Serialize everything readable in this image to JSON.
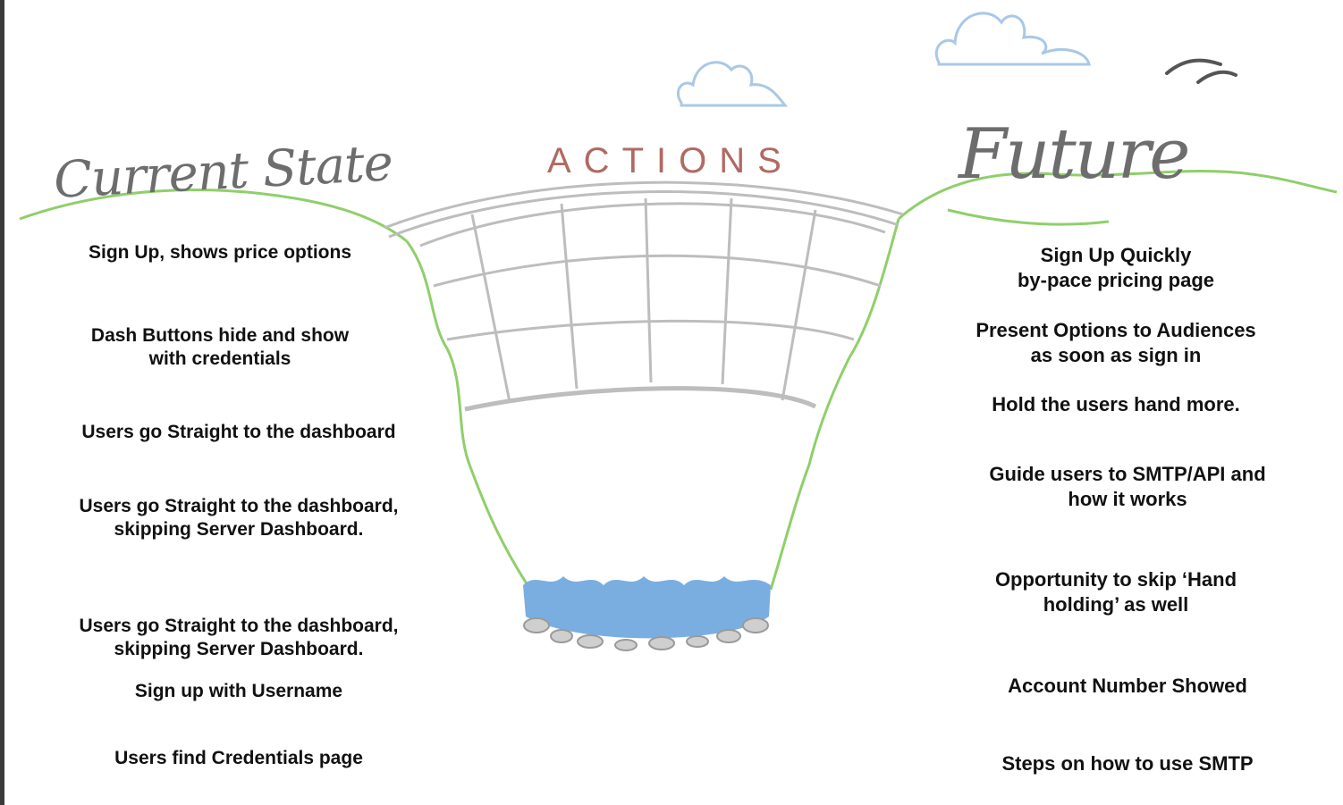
{
  "headings": {
    "current": "Current State",
    "actions": "ACTIONS",
    "future": "Future"
  },
  "current_state": [
    "Sign Up, shows price options",
    "Dash Buttons hide and show\nwith credentials",
    "Users go Straight to the dashboard",
    "Users go Straight to the dashboard,\nskipping Server Dashboard.",
    "Users go Straight to the dashboard,\nskipping Server Dashboard.",
    "Sign up with Username",
    "Users find Credentials page"
  ],
  "future": [
    "Sign Up Quickly\nby-pace pricing page",
    "Present Options to Audiences\nas soon as sign in",
    "Hold the users hand more.",
    "Guide users to SMTP/API and\nhow it works",
    "Opportunity to skip ‘Hand\nholding’ as well",
    "Account Number Showed",
    "Steps on how to use SMTP"
  ],
  "colors": {
    "grass": "#8fcf6a",
    "cloud": "#a9c8e6",
    "water": "#7aaee0",
    "bridge": "#bdbdbd",
    "heading": "#6d6d6d",
    "actions": "#b06a62"
  }
}
